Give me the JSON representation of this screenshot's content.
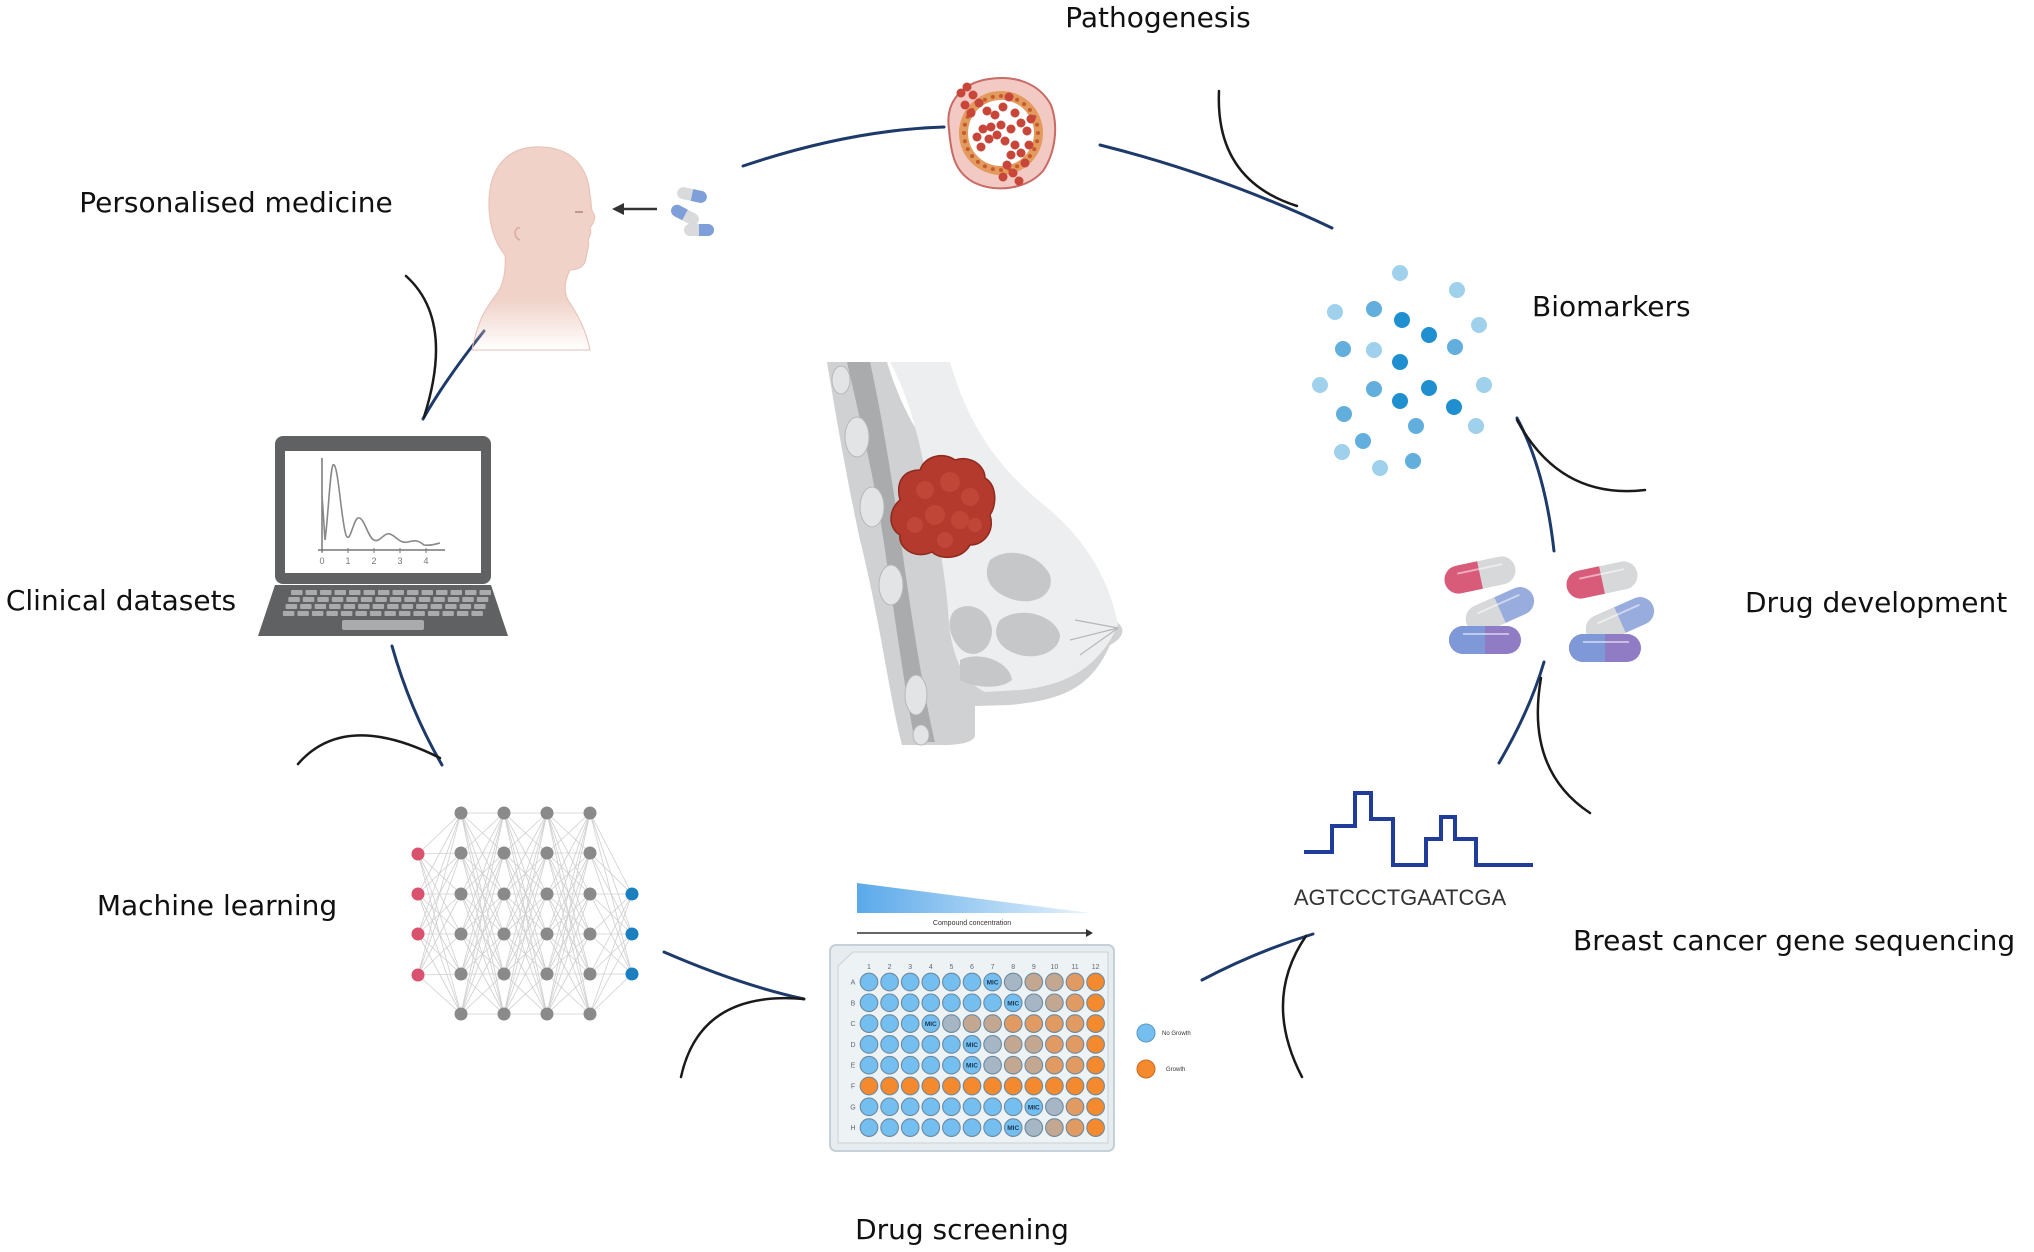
{
  "title": "Breast cancer research cycle",
  "stages": [
    {
      "id": "pathogenesis",
      "label": "Pathogenesis",
      "icon": "tumor-tissue-icon"
    },
    {
      "id": "biomarkers",
      "label": "Biomarkers",
      "icon": "biomarker-dots-icon"
    },
    {
      "id": "drug-development",
      "label": "Drug development",
      "icon": "capsules-icon"
    },
    {
      "id": "gene-sequencing",
      "label": "Breast cancer gene sequencing",
      "icon": "dna-sequence-icon"
    },
    {
      "id": "drug-screening",
      "label": "Drug screening",
      "icon": "well-plate-icon"
    },
    {
      "id": "machine-learning",
      "label": "Machine learning",
      "icon": "neural-network-icon"
    },
    {
      "id": "clinical-datasets",
      "label": "Clinical datasets",
      "icon": "laptop-chart-icon"
    },
    {
      "id": "personalised-medicine",
      "label": "Personalised medicine",
      "icon": "patient-pills-icon"
    }
  ],
  "center": {
    "icon": "breast-tumor-icon"
  },
  "sequencing": {
    "sequence": "AGTCCCTGAATCGA"
  },
  "laptop_chart": {
    "x_ticks": [
      "0",
      "1",
      "2",
      "3",
      "4"
    ]
  },
  "neural_network": {
    "layers": [
      4,
      6,
      6,
      6,
      6,
      3
    ]
  },
  "plate": {
    "gradient_label": "Compound concentration",
    "columns": [
      "1",
      "2",
      "3",
      "4",
      "5",
      "6",
      "7",
      "8",
      "9",
      "10",
      "11",
      "12"
    ],
    "rows": [
      "A",
      "B",
      "C",
      "D",
      "E",
      "F",
      "G",
      "H"
    ],
    "mic_label": "MIC",
    "wells": [
      "bbbbbbMgttLo",
      "bbbbbbbMgtLo",
      "bbbMgttLLLLo",
      "bbbbbMgttLLo",
      "bbbbbMgttLLo",
      "oooooooooooo",
      "bbbbbbbbMgLo",
      "bbbbbbbMgtLo"
    ],
    "legend": [
      {
        "label": "No Growth",
        "color": "#74bff0"
      },
      {
        "label": "Growth",
        "color": "#f5892e"
      }
    ]
  },
  "colors": {
    "arc": "#1d3a6b",
    "arrowhead": "#1a1a1a",
    "no_growth": "#74bff0",
    "growth": "#f5892e",
    "intermediate_grey": "#a7b6c4",
    "intermediate_tan": "#c4a791",
    "light_orange": "#e29a63",
    "tumor": "#b33a2c",
    "sequence_line": "#1f3d99"
  }
}
